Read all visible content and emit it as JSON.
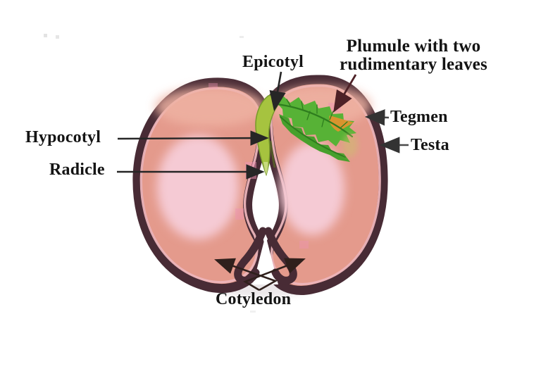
{
  "diagram": {
    "labels": {
      "epicotyl": "Epicotyl",
      "plumule_line1": "Plumule with two",
      "plumule_line2": "rudimentary leaves",
      "tegmen": "Tegmen",
      "testa": "Testa",
      "hypocotyl": "Hypocotyl",
      "radicle": "Radicle",
      "cotyledon": "Cotyledon"
    },
    "colors": {
      "seed_coat": "#482b35",
      "seed_body": "#e49a8c",
      "tegmen_line": "#ecb4ba",
      "highlight": "#f5cad4",
      "top_wash": "#efb2a3",
      "stem_green": "#a6c33f",
      "leaf_green": "#57b236",
      "leaf_green_dark": "#47a02c",
      "leaf_vein": "#2e7d1e",
      "leaf_orange": "#d8942e",
      "arrow_black": "#262626",
      "arrow_gray": "#4a4a4a",
      "arrow_maroon": "#4d2126",
      "arrow_brown": "#30201c"
    }
  }
}
